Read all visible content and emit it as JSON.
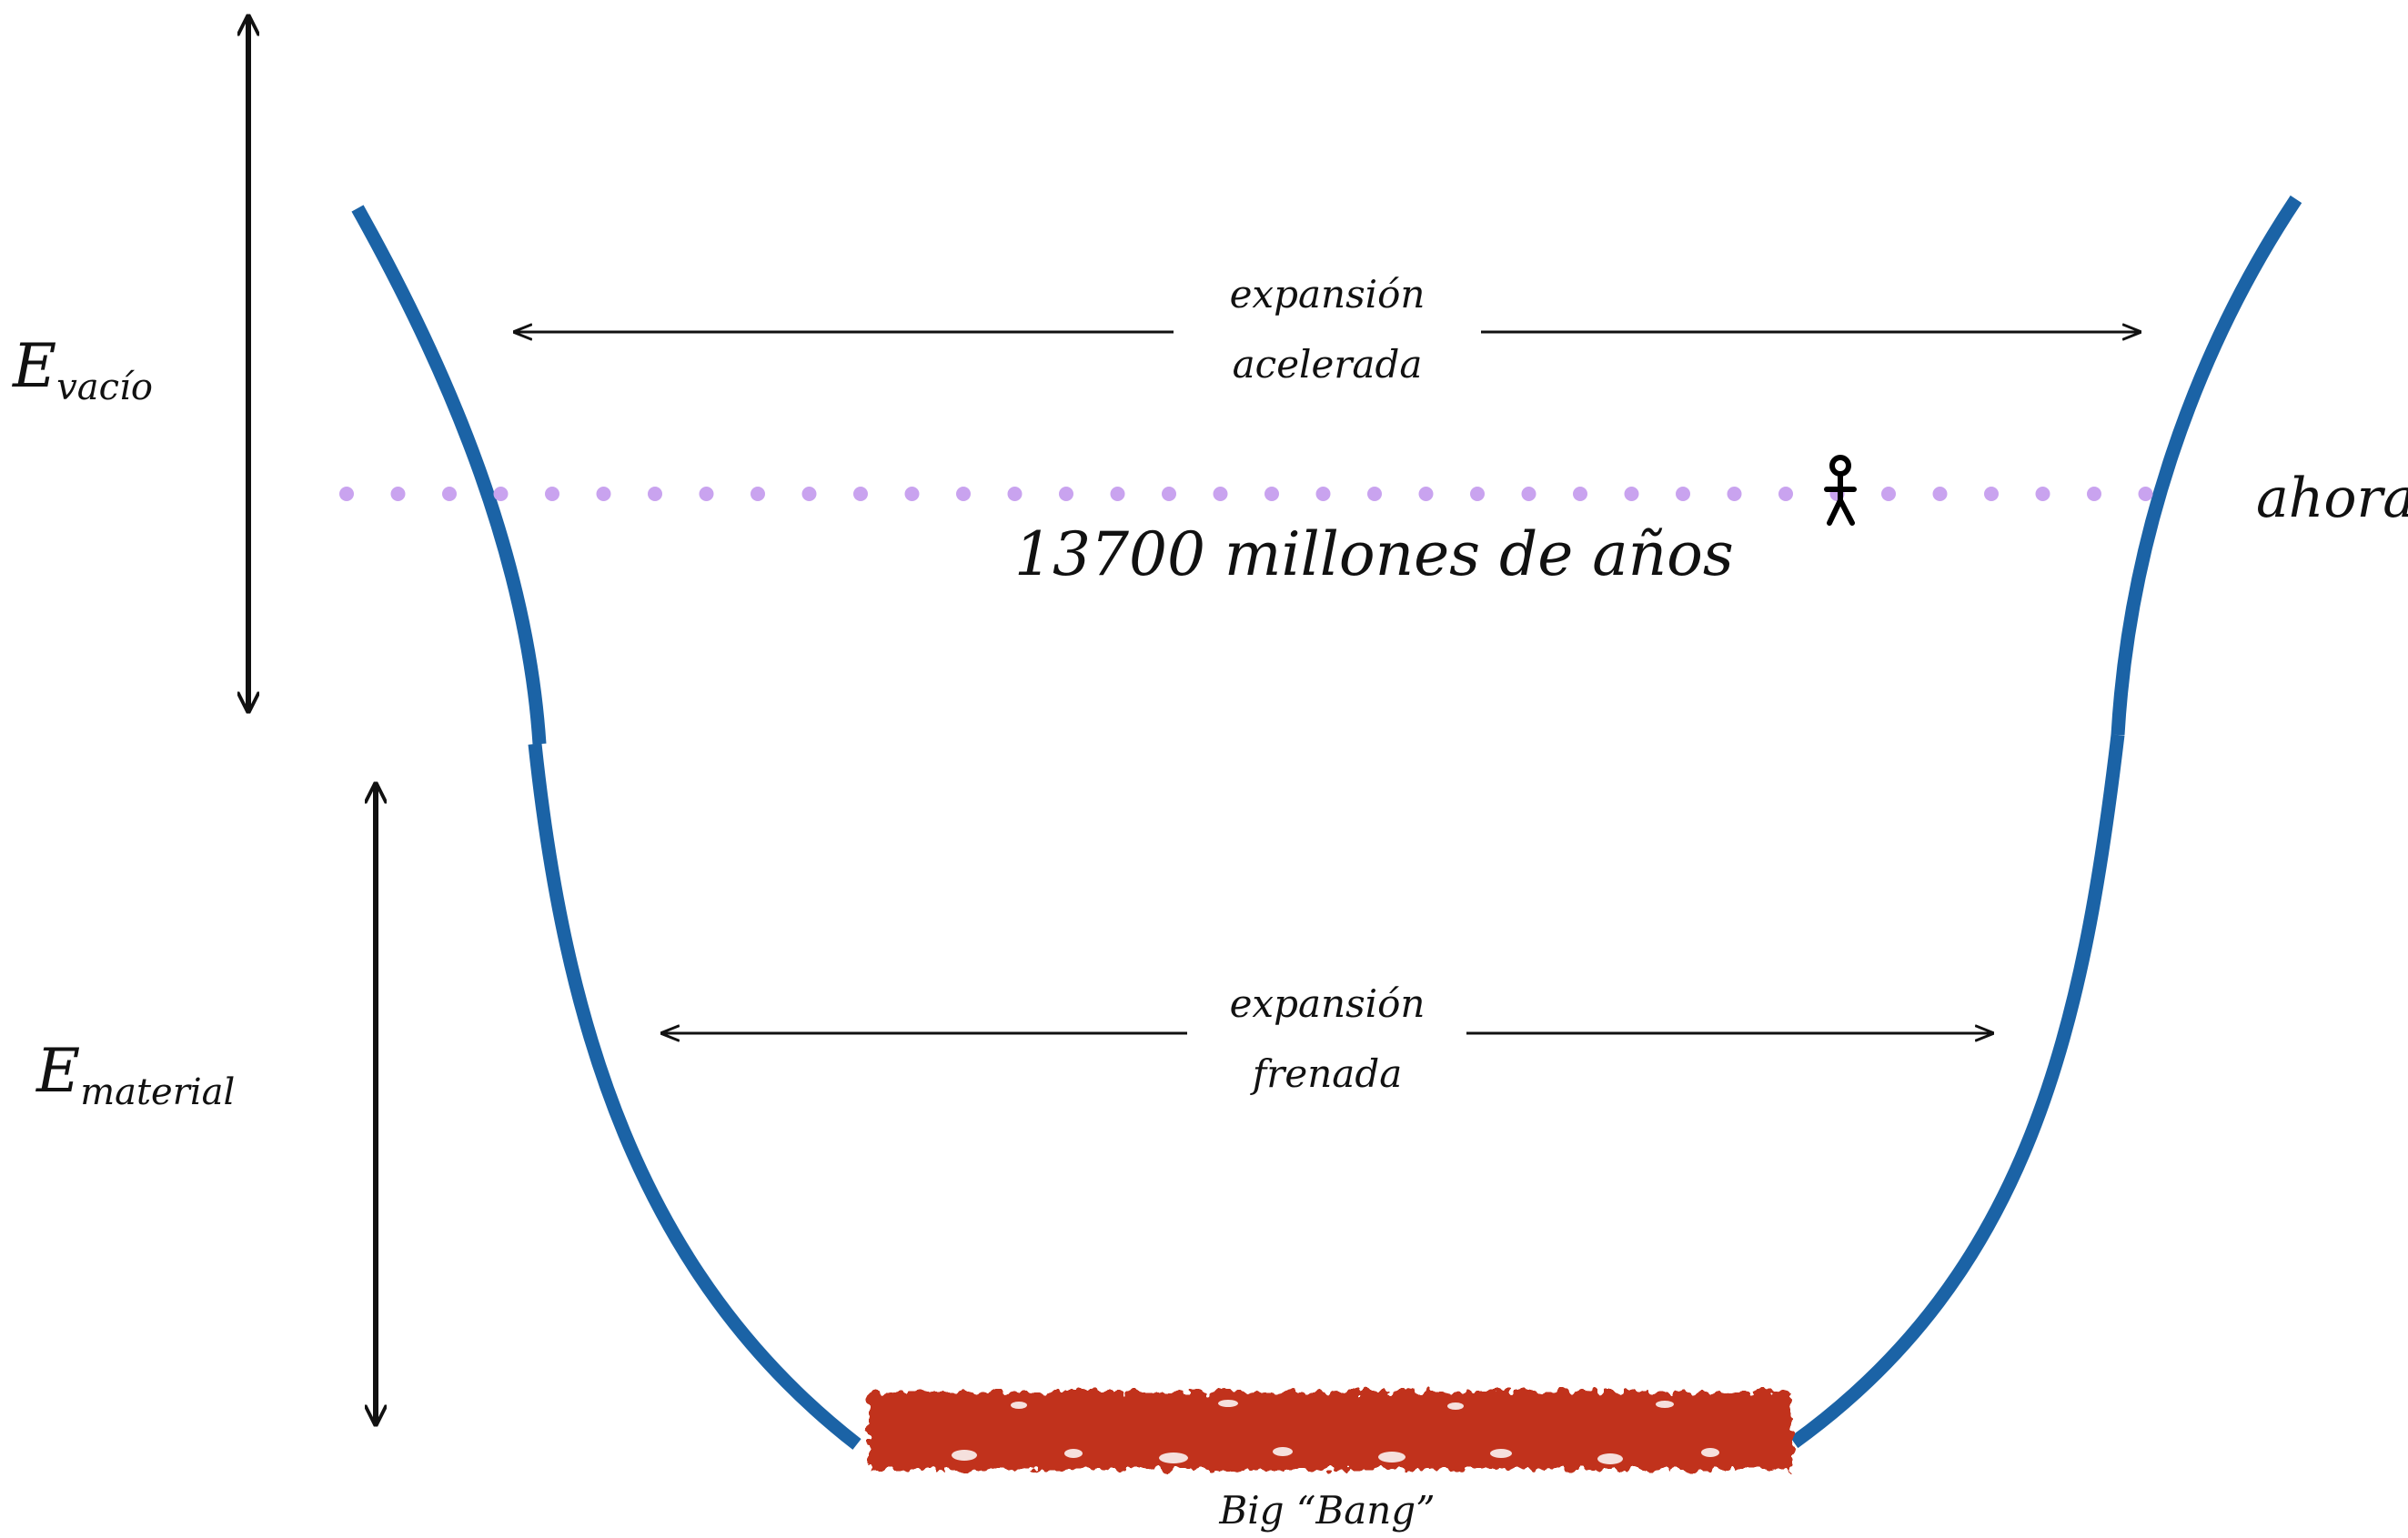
{
  "energy_labels": {
    "vacuum_main": "E",
    "vacuum_sub": "vacío",
    "matter_main": "E",
    "matter_sub": "material"
  },
  "phases": {
    "accelerated_line1": "expansión",
    "accelerated_line2": "acelerada",
    "braked_line1": "expansión",
    "braked_line2": "frenada"
  },
  "now_label": "ahora",
  "age_label": "13700 millones de años",
  "big_bang_label": "Big “Bang”",
  "colors": {
    "universe_curve": "#1b63a6",
    "now_dots": "#c9a3ef",
    "big_bang": "#c1301f",
    "ink": "#111111"
  },
  "icons": {
    "observer": "stick-figure-icon"
  }
}
